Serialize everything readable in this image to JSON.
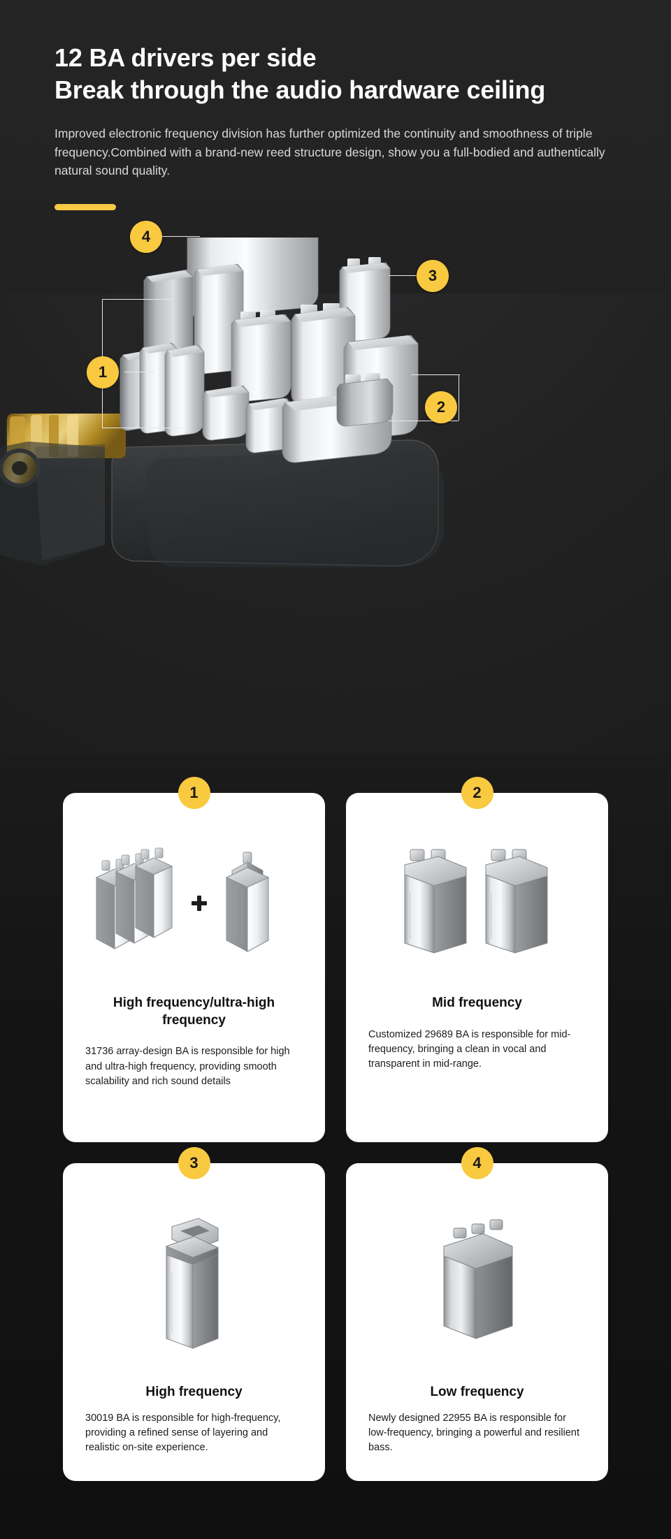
{
  "header": {
    "title_line1": "12 BA drivers per side",
    "title_line2": "Break through the audio hardware ceiling",
    "subtitle": "Improved electronic frequency division has further optimized the continuity and smoothness of triple frequency.Combined with a brand-new reed structure design, show you a full-bodied and authentically natural sound quality.",
    "accent_color": "#f7ca45"
  },
  "hero": {
    "callouts": [
      {
        "id": "1",
        "label": "1"
      },
      {
        "id": "2",
        "label": "2"
      },
      {
        "id": "3",
        "label": "3"
      },
      {
        "id": "4",
        "label": "4"
      }
    ]
  },
  "cards": [
    {
      "badge": "1",
      "title": "High frequency/ultra-high frequency",
      "desc": "31736 array-design BA is responsible for high and ultra-high frequency, providing smooth scalability and rich sound details"
    },
    {
      "badge": "2",
      "title": "Mid frequency",
      "desc": "Customized 29689 BA is responsible for mid-frequency, bringing a clean in vocal and transparent in mid-range."
    },
    {
      "badge": "3",
      "title": "High frequency",
      "desc": "30019 BA is responsible for high-frequency, providing a refined sense of layering and realistic on-site experience."
    },
    {
      "badge": "4",
      "title": "Low frequency",
      "desc": "Newly designed 22955 BA is responsible for low-frequency, bringing a powerful and resilient bass."
    }
  ],
  "colors": {
    "background": "#1f1f1f",
    "badge": "#f9c940",
    "card_background": "#ffffff",
    "title_text": "#ffffff",
    "body_text": "#d9d9d9"
  }
}
